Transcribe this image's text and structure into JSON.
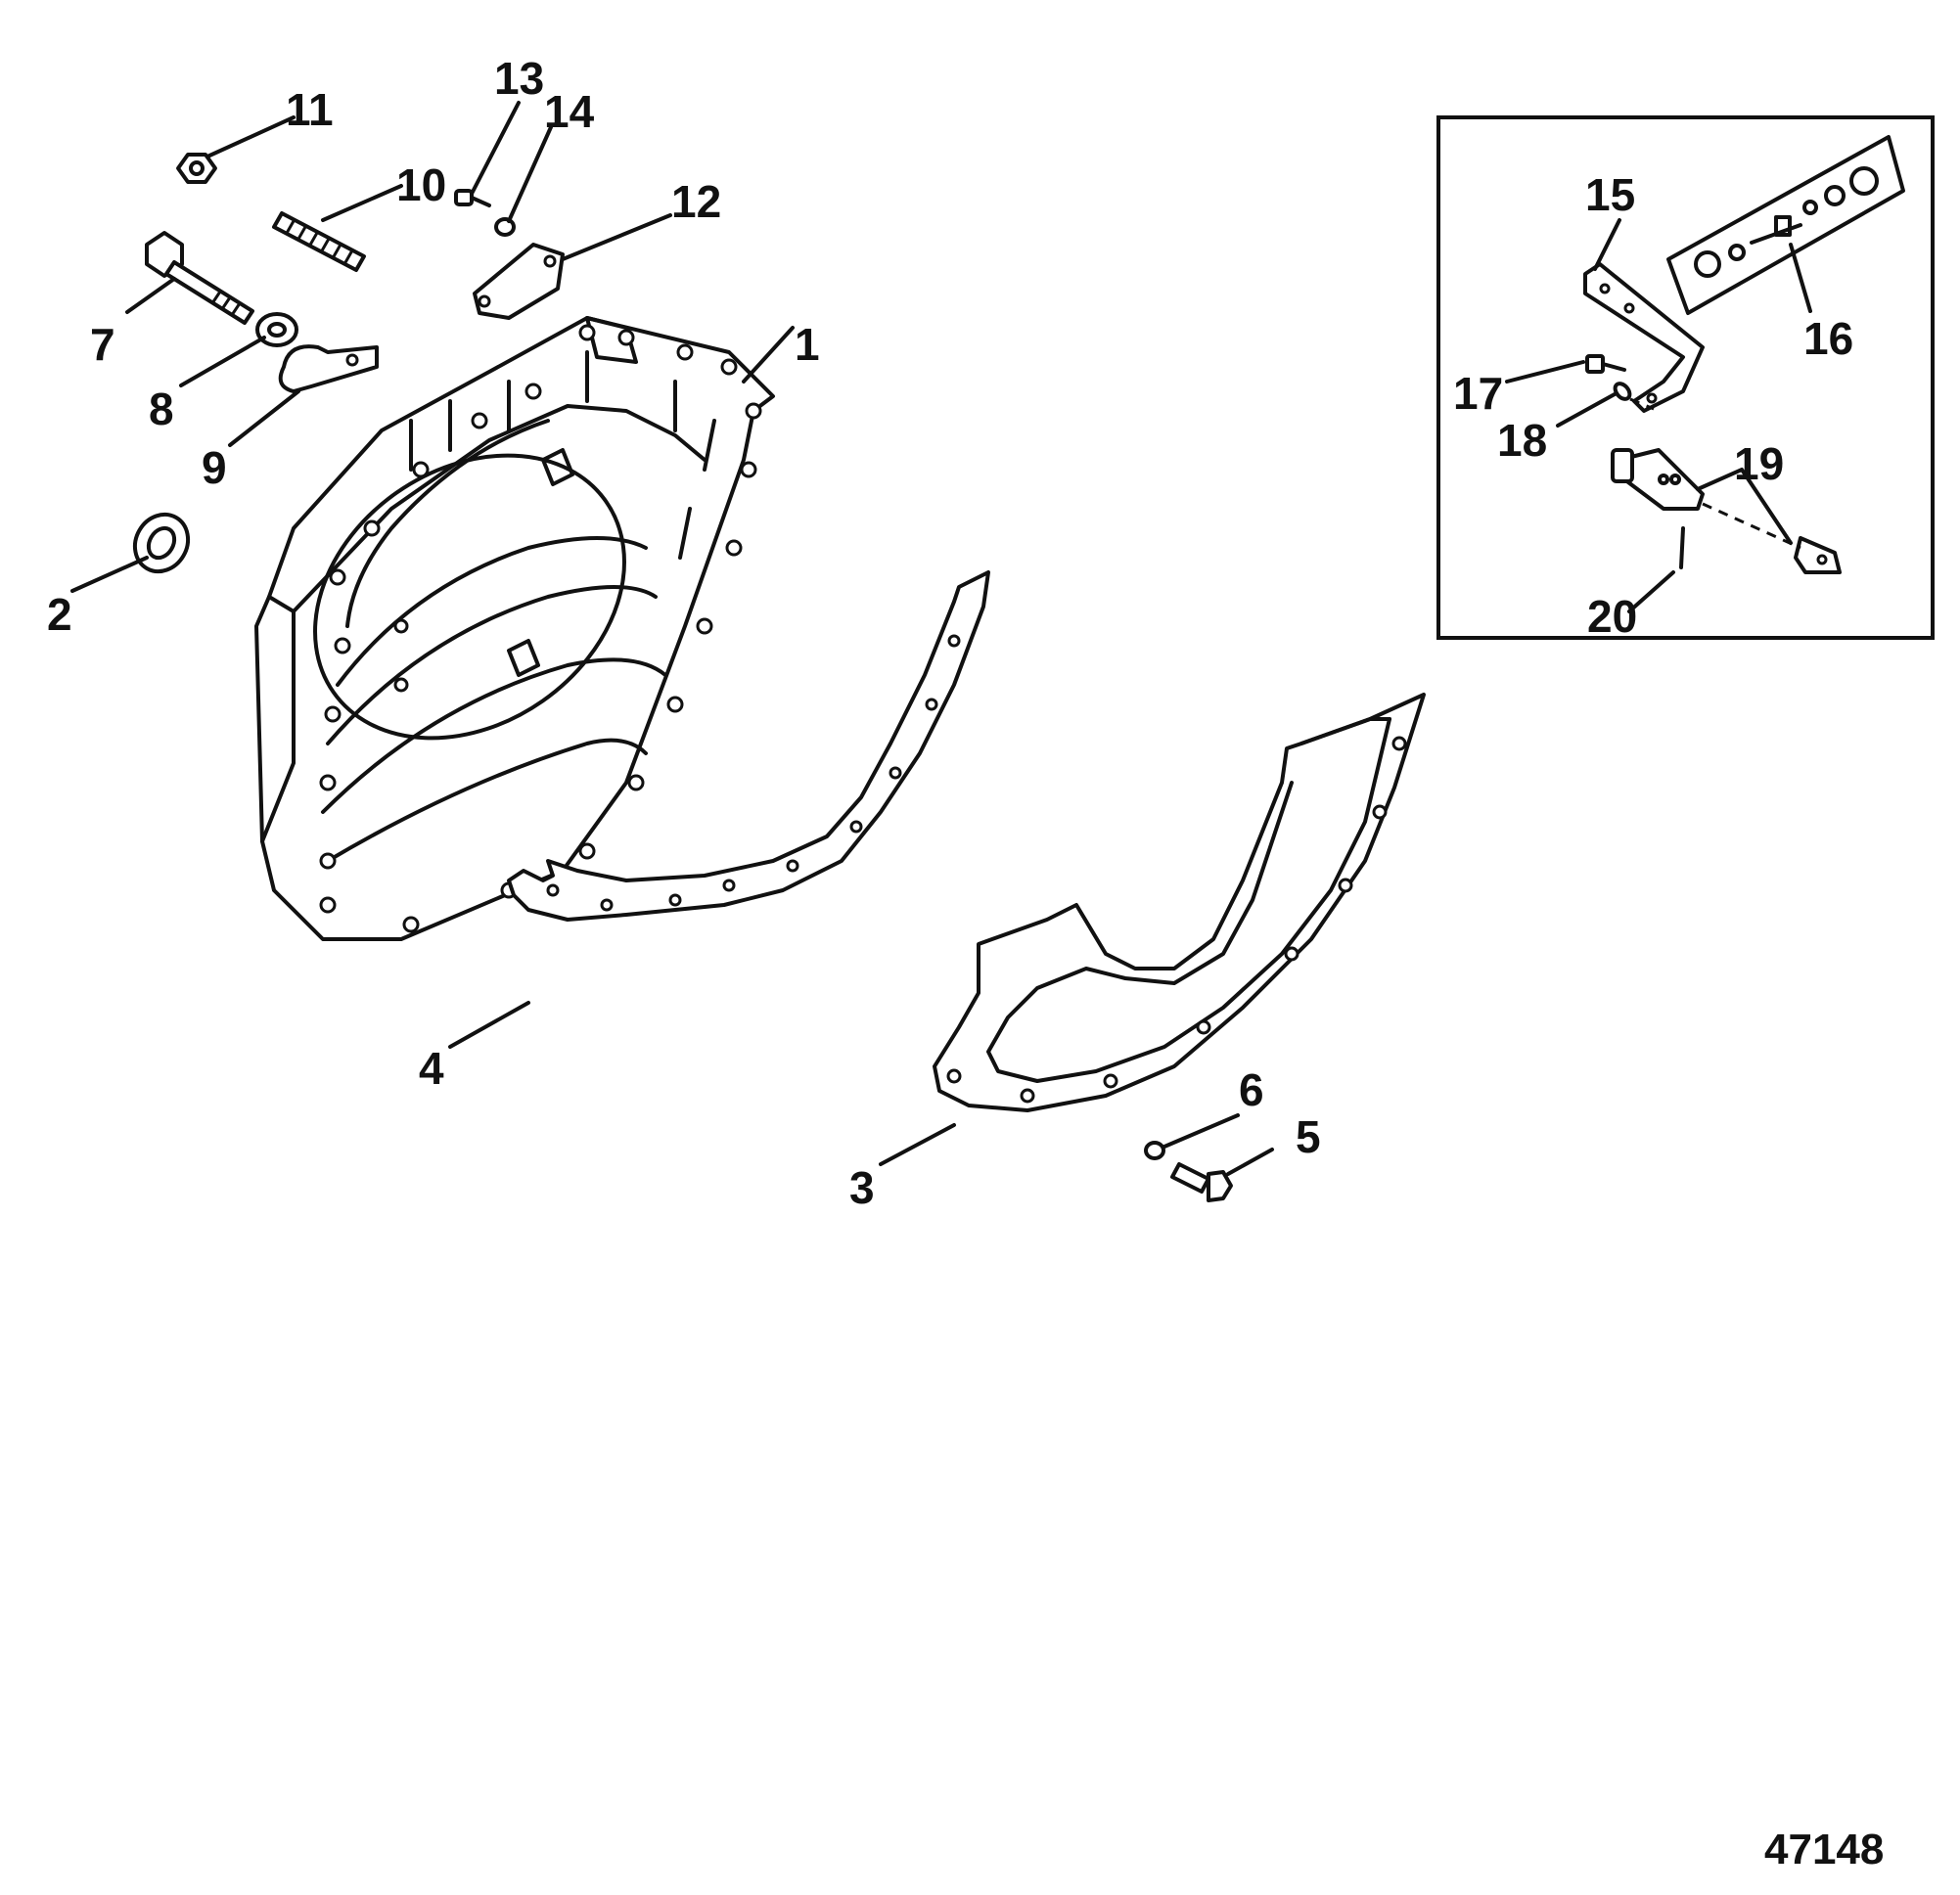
{
  "figure_number": "47148",
  "callouts": [
    "1",
    "2",
    "3",
    "4",
    "5",
    "6",
    "7",
    "8",
    "9",
    "10",
    "11",
    "12",
    "13",
    "14",
    "15",
    "16",
    "17",
    "18",
    "19",
    "20"
  ]
}
